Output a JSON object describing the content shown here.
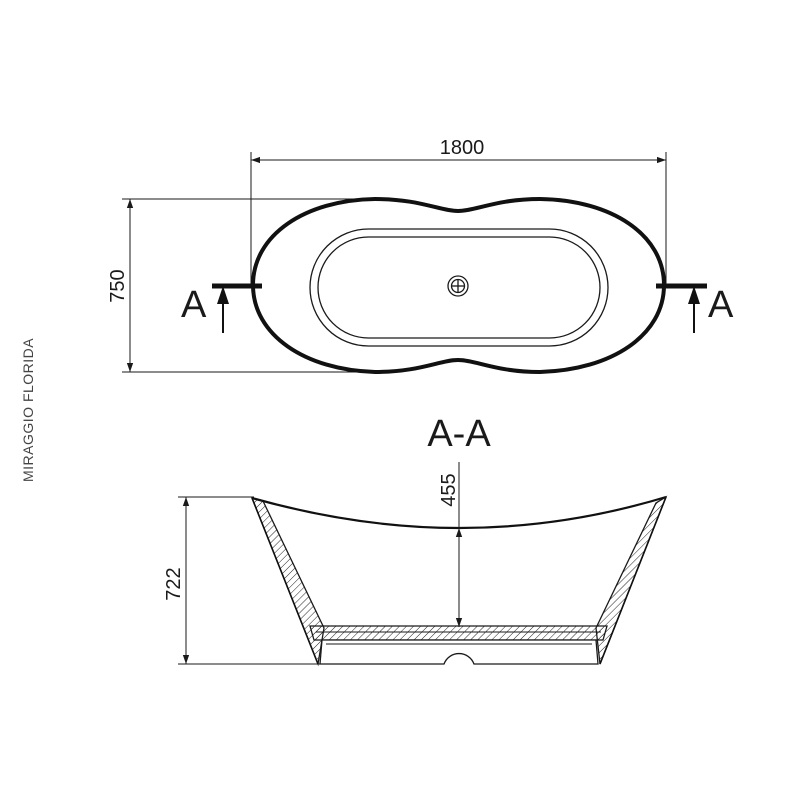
{
  "product_label": "MIRAGGIO FLORIDA",
  "top_view": {
    "width_dimension": "1800",
    "depth_dimension": "750",
    "section_marker_left": "A",
    "section_marker_right": "A"
  },
  "section_view": {
    "title": "A-A",
    "height_dimension": "722",
    "inner_depth_dimension": "455"
  }
}
